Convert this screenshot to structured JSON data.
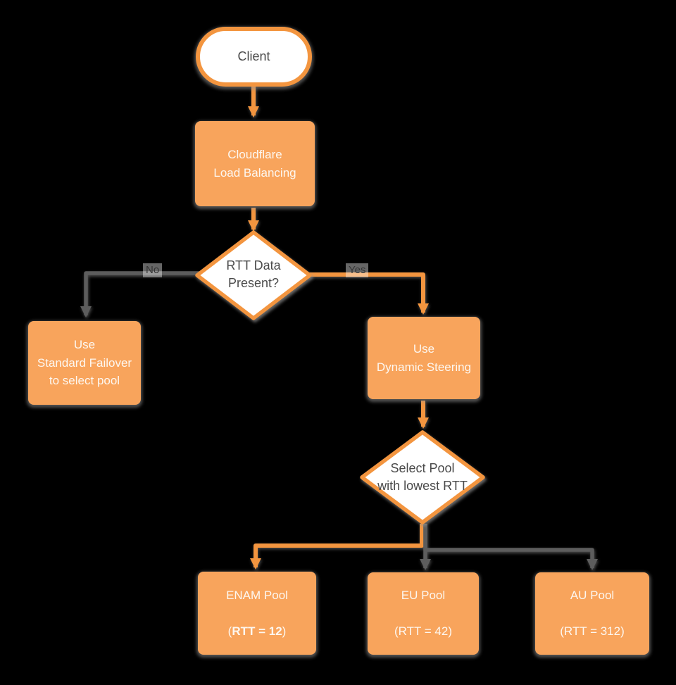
{
  "nodes": {
    "client": {
      "label": "Client"
    },
    "cloudflare": {
      "label": "Cloudflare\nLoad Balancing"
    },
    "rtt_decision": {
      "label": "RTT Data\nPresent?"
    },
    "standard_failover": {
      "label": "Use\nStandard Failover\nto select pool"
    },
    "dynamic_steering": {
      "label": "Use\nDynamic Steering"
    },
    "select_pool": {
      "label": "Select Pool\nwith lowest RTT"
    },
    "enam_pool": {
      "name": "ENAM Pool",
      "rtt_prefix": "(",
      "rtt_value": "RTT = 12",
      "rtt_suffix": ")"
    },
    "eu_pool": {
      "name": "EU Pool",
      "rtt": "(RTT = 42)"
    },
    "au_pool": {
      "name": "AU Pool",
      "rtt": "(RTT = 312)"
    }
  },
  "edge_labels": {
    "no": "No",
    "yes": "Yes"
  },
  "colors": {
    "orange_fill": "#F8A45C",
    "orange_stroke": "#F3953F",
    "gray_line": "#5D5D5D",
    "dark_text": "#4A4A4A",
    "light_text": "#FDF7F0",
    "background": "#000000"
  }
}
